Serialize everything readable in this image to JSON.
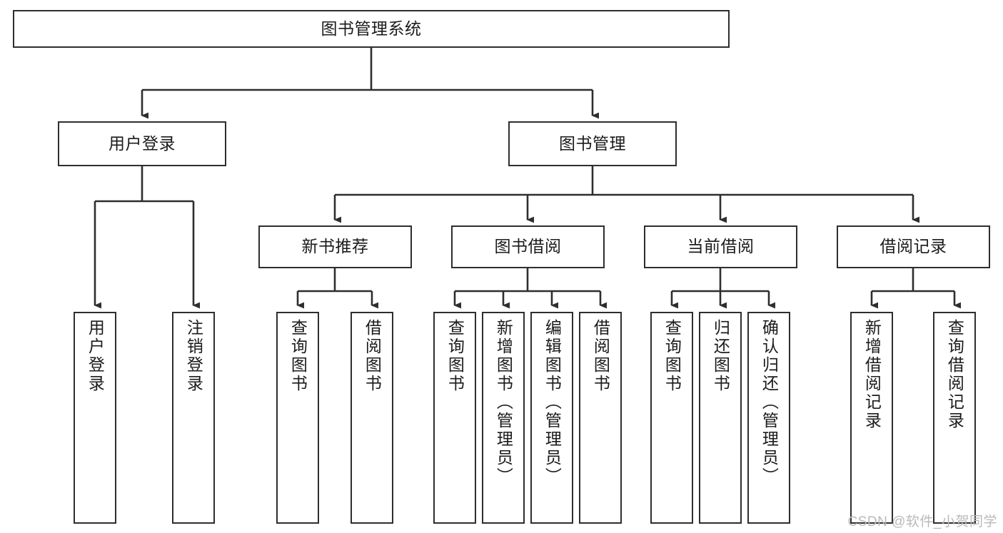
{
  "diagram": {
    "title": "图书管理系统",
    "type": "tree-hierarchy-chart",
    "root": {
      "label": "图书管理系统"
    },
    "level2": [
      {
        "id": "user-login",
        "label": "用户登录"
      },
      {
        "id": "book-management",
        "label": "图书管理"
      }
    ],
    "level3": [
      {
        "id": "new-book-recommend",
        "label": "新书推荐",
        "parent": "book-management"
      },
      {
        "id": "book-borrow",
        "label": "图书借阅",
        "parent": "book-management"
      },
      {
        "id": "current-borrow",
        "label": "当前借阅",
        "parent": "book-management"
      },
      {
        "id": "borrow-record",
        "label": "借阅记录",
        "parent": "book-management"
      }
    ],
    "leaves": [
      {
        "id": "leaf-user-login",
        "label": "用户登录",
        "parent": "user-login"
      },
      {
        "id": "leaf-logout-login",
        "label": "注销登录",
        "parent": "user-login"
      },
      {
        "id": "leaf-query-book-1",
        "label": "查询图书",
        "parent": "new-book-recommend"
      },
      {
        "id": "leaf-borrow-book-1",
        "label": "借阅图书",
        "parent": "new-book-recommend"
      },
      {
        "id": "leaf-query-book-2",
        "label": "查询图书",
        "parent": "book-borrow"
      },
      {
        "id": "leaf-add-book",
        "label": "新增图书（管理员）",
        "parent": "book-borrow"
      },
      {
        "id": "leaf-edit-book",
        "label": "编辑图书（管理员）",
        "parent": "book-borrow"
      },
      {
        "id": "leaf-borrow-book-2",
        "label": "借阅图书",
        "parent": "book-borrow"
      },
      {
        "id": "leaf-query-book-3",
        "label": "查询图书",
        "parent": "current-borrow"
      },
      {
        "id": "leaf-return-book",
        "label": "归还图书",
        "parent": "current-borrow"
      },
      {
        "id": "leaf-confirm-return",
        "label": "确认归还（管理员）",
        "parent": "current-borrow"
      },
      {
        "id": "leaf-add-record",
        "label": "新增借阅记录",
        "parent": "borrow-record"
      },
      {
        "id": "leaf-query-record",
        "label": "查询借阅记录",
        "parent": "borrow-record"
      }
    ],
    "watermark": "CSDN @软件_小贺同学",
    "colors": {
      "stroke": "#2e2e2e",
      "fill": "#ffffff",
      "text": "#1b1b1b",
      "watermark": "#b9b9b9"
    }
  }
}
